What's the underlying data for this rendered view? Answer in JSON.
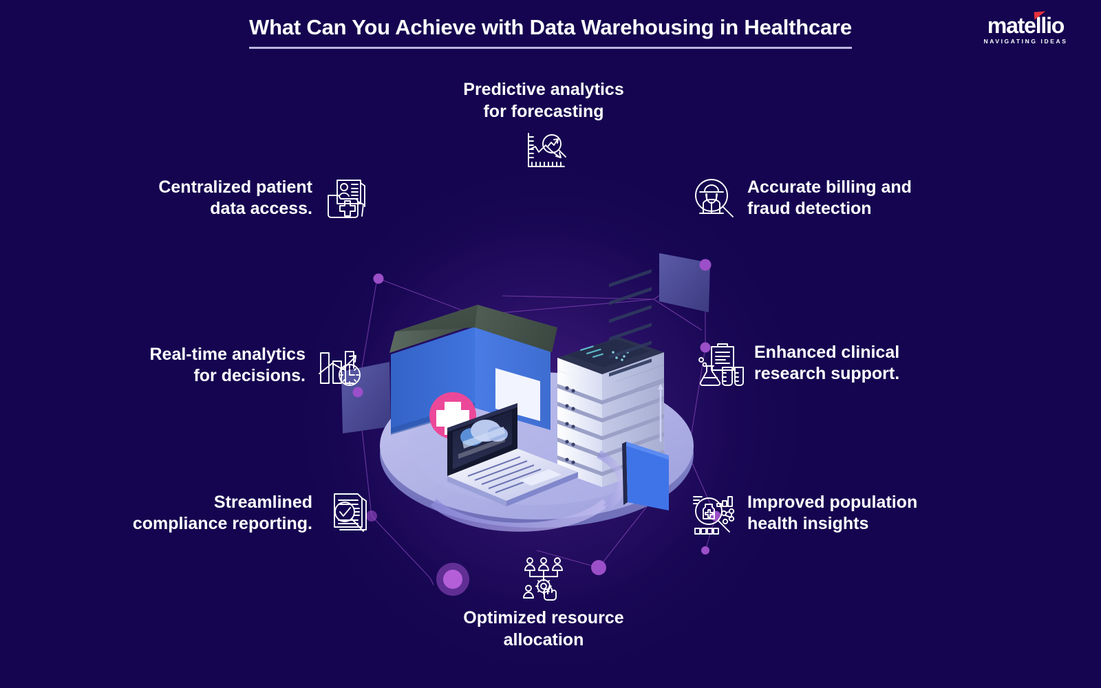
{
  "header": {
    "title": "What Can You Achieve with Data Warehousing in Healthcare",
    "logo_word": "matellio",
    "logo_tagline": "NAVIGATING IDEAS"
  },
  "colors": {
    "background": "#150550",
    "title_underline": "#bdb6e0",
    "logo_accent": "#e8313b",
    "icon_stroke": "#ffffff",
    "medical_cross": "#ec4899",
    "warehouse_body": "#3b6fd4",
    "warehouse_roof": "#3c4a43",
    "platform": "#aeb0e8",
    "node_accent": "#9b4fc8"
  },
  "nodes": [
    {
      "id": "predictive",
      "label": "Predictive analytics\nfor forecasting",
      "icon": "chart-magnifier-icon",
      "position": "top"
    },
    {
      "id": "centralized",
      "label": "Centralized patient\ndata access.",
      "icon": "patient-folder-icon",
      "position": "left-top"
    },
    {
      "id": "billing",
      "label": "Accurate billing and\nfraud detection",
      "icon": "fraud-detective-icon",
      "position": "right-top"
    },
    {
      "id": "realtime",
      "label": "Real-time analytics\nfor decisions.",
      "icon": "bar-chart-clock-icon",
      "position": "left-middle"
    },
    {
      "id": "research",
      "label": "Enhanced clinical\nresearch support.",
      "icon": "clipboard-flask-icon",
      "position": "right-middle"
    },
    {
      "id": "compliance",
      "label": "Streamlined\ncompliance reporting.",
      "icon": "document-check-magnifier-icon",
      "position": "left-bottom"
    },
    {
      "id": "population",
      "label": "Improved population\nhealth insights",
      "icon": "health-analytics-icon",
      "position": "right-bottom"
    },
    {
      "id": "optimized",
      "label": "Optimized resource\nallocation",
      "icon": "team-gear-icon",
      "position": "bottom"
    }
  ],
  "illustration": {
    "name": "isometric-data-warehouse-scene",
    "elements": [
      "warehouse-building",
      "server-rack",
      "laptop-cloud",
      "folder",
      "medical-cross-badge",
      "platform-ellipse",
      "network-nodes"
    ]
  }
}
